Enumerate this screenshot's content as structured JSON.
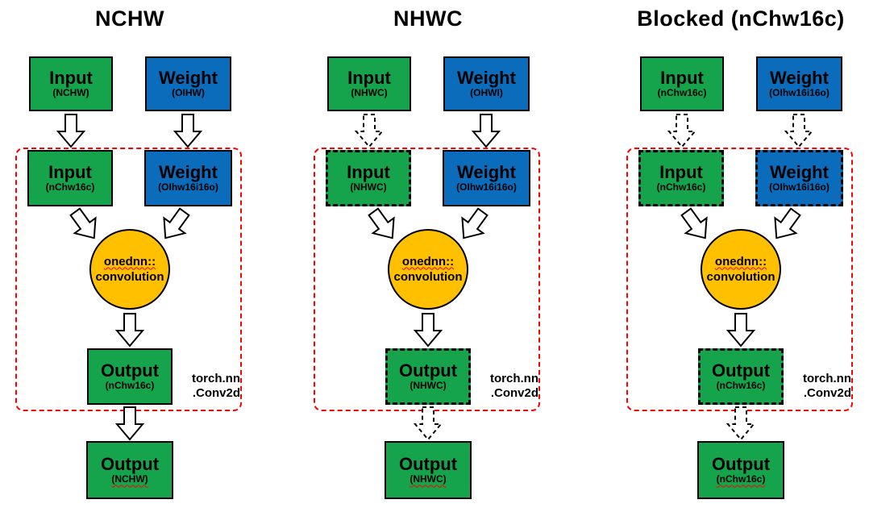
{
  "colors": {
    "green": "#15A44C",
    "blue": "#0C6CBC",
    "orange": "#FFC000",
    "dashed_red": "#FF0000"
  },
  "columns": [
    {
      "title": "NCHW",
      "input_top": {
        "label": "Input",
        "format": "(NCHW)"
      },
      "weight_top": {
        "label": "Weight",
        "format": "(OIHW)"
      },
      "input_inner": {
        "label": "Input",
        "format": "(nChw16c)"
      },
      "weight_inner": {
        "label": "Weight",
        "format": "(OIhw16i16o)"
      },
      "op_circle": {
        "line1": "onednn::",
        "line2": "convolution"
      },
      "output_inner": {
        "label": "Output",
        "format": "(nChw16c)"
      },
      "framework_label": {
        "line1": "torch.nn",
        "line2": ".Conv2d"
      },
      "output_bottom": {
        "label": "Output",
        "format": "(NCHW)"
      },
      "style": {
        "input_top_arrow": "solid",
        "weight_top_arrow": "solid",
        "input_inner_border": "solid",
        "weight_inner_border": "solid",
        "output_inner_border": "solid",
        "output_bottom_arrow": "solid"
      }
    },
    {
      "title": "NHWC",
      "input_top": {
        "label": "Input",
        "format": "(NHWC)"
      },
      "weight_top": {
        "label": "Weight",
        "format": "(OHWI)"
      },
      "input_inner": {
        "label": "Input",
        "format": "(NHWC)"
      },
      "weight_inner": {
        "label": "Weight",
        "format": "(OIhw16i16o)"
      },
      "op_circle": {
        "line1": "onednn::",
        "line2": "convolution"
      },
      "output_inner": {
        "label": "Output",
        "format": "(NHWC)"
      },
      "framework_label": {
        "line1": "torch.nn",
        "line2": ".Conv2d"
      },
      "output_bottom": {
        "label": "Output",
        "format": "(NHWC)"
      },
      "style": {
        "input_top_arrow": "dashed",
        "weight_top_arrow": "solid",
        "input_inner_border": "dashed",
        "weight_inner_border": "solid",
        "output_inner_border": "dashed",
        "output_bottom_arrow": "dashed"
      }
    },
    {
      "title": "Blocked (nChw16c)",
      "input_top": {
        "label": "Input",
        "format": "(nChw16c)"
      },
      "weight_top": {
        "label": "Weight",
        "format": "(OIhw16i16o)"
      },
      "input_inner": {
        "label": "Input",
        "format": "(nChw16c)"
      },
      "weight_inner": {
        "label": "Weight",
        "format": "(OIhw16i16o)"
      },
      "op_circle": {
        "line1": "onednn::",
        "line2": "convolution"
      },
      "output_inner": {
        "label": "Output",
        "format": "(nChw16c)"
      },
      "framework_label": {
        "line1": "torch.nn",
        "line2": ".Conv2d"
      },
      "output_bottom": {
        "label": "Output",
        "format": "(nChw16c)"
      },
      "style": {
        "input_top_arrow": "dashed",
        "weight_top_arrow": "dashed",
        "input_inner_border": "dashed",
        "weight_inner_border": "dashed",
        "output_inner_border": "dashed",
        "output_bottom_arrow": "dashed"
      }
    }
  ]
}
